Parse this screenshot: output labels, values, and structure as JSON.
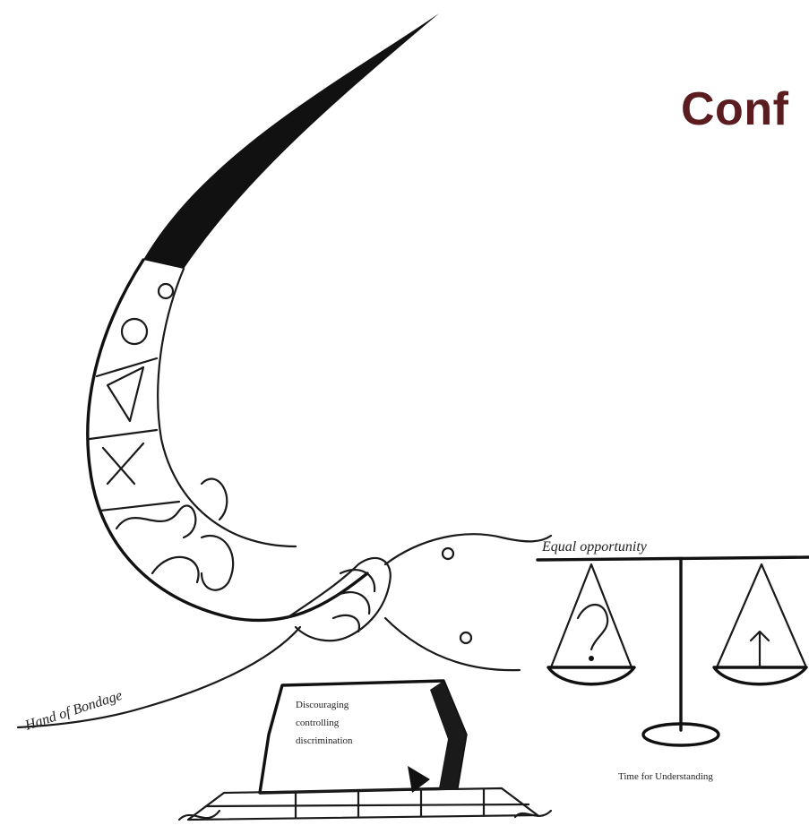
{
  "title": "Conf",
  "labels": {
    "beam": "Equal opportunity",
    "rope": "Hand of Bondage",
    "base": "Time for Understanding",
    "stone_lines": [
      "Discouraging",
      "controlling",
      "discrimination"
    ]
  },
  "colors": {
    "title": "#5a1c1f",
    "ink": "#1a1a1a"
  }
}
